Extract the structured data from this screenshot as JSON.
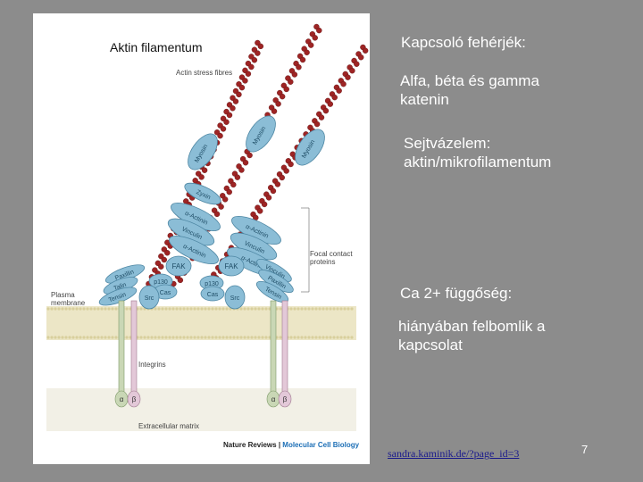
{
  "figure": {
    "title": "Aktin filamentum",
    "labels": {
      "actin_stress_fibres": "Actin stress fibres",
      "focal_contact_proteins": "Focal contact\nproteins",
      "plasma_membrane": "Plasma\nmembrane",
      "integrins": "Integrins",
      "extracellular_matrix": "Extracellular matrix",
      "myosin": "Myosin",
      "zyxin": "Zyxin",
      "alpha_actinin": "α-Actinin",
      "vinculin": "Vinculin",
      "fak": "FAK",
      "paxillin": "Paxillin",
      "talin": "Talin",
      "tensin": "Tensin",
      "p130": "p130",
      "cas": "Cas",
      "src": "Src",
      "alpha": "α",
      "beta": "β"
    },
    "credit": {
      "journal": "Nature Reviews",
      "separator": " | ",
      "subjournal": "Molecular Cell Biology"
    }
  },
  "slide": {
    "heading": "Kapcsoló fehérjék:",
    "catenin": "Alfa, béta és gamma\nkatenin",
    "cytoskeleton": "Sejtvázelem:\naktin/mikrofilamentum",
    "calcium": "Ca 2+ függőség:",
    "absence": "hiányában felbomlik a\nkapcsolat",
    "link": "sandra.kaminik.de/?page_id=3",
    "page_number": "7"
  },
  "colors": {
    "background": "#8c8c8c",
    "actin": "#9e2424",
    "protein": "#8bbdd6",
    "membrane": "#ece6c6",
    "integrin": "#c9d7b5",
    "text": "#ffffff"
  }
}
